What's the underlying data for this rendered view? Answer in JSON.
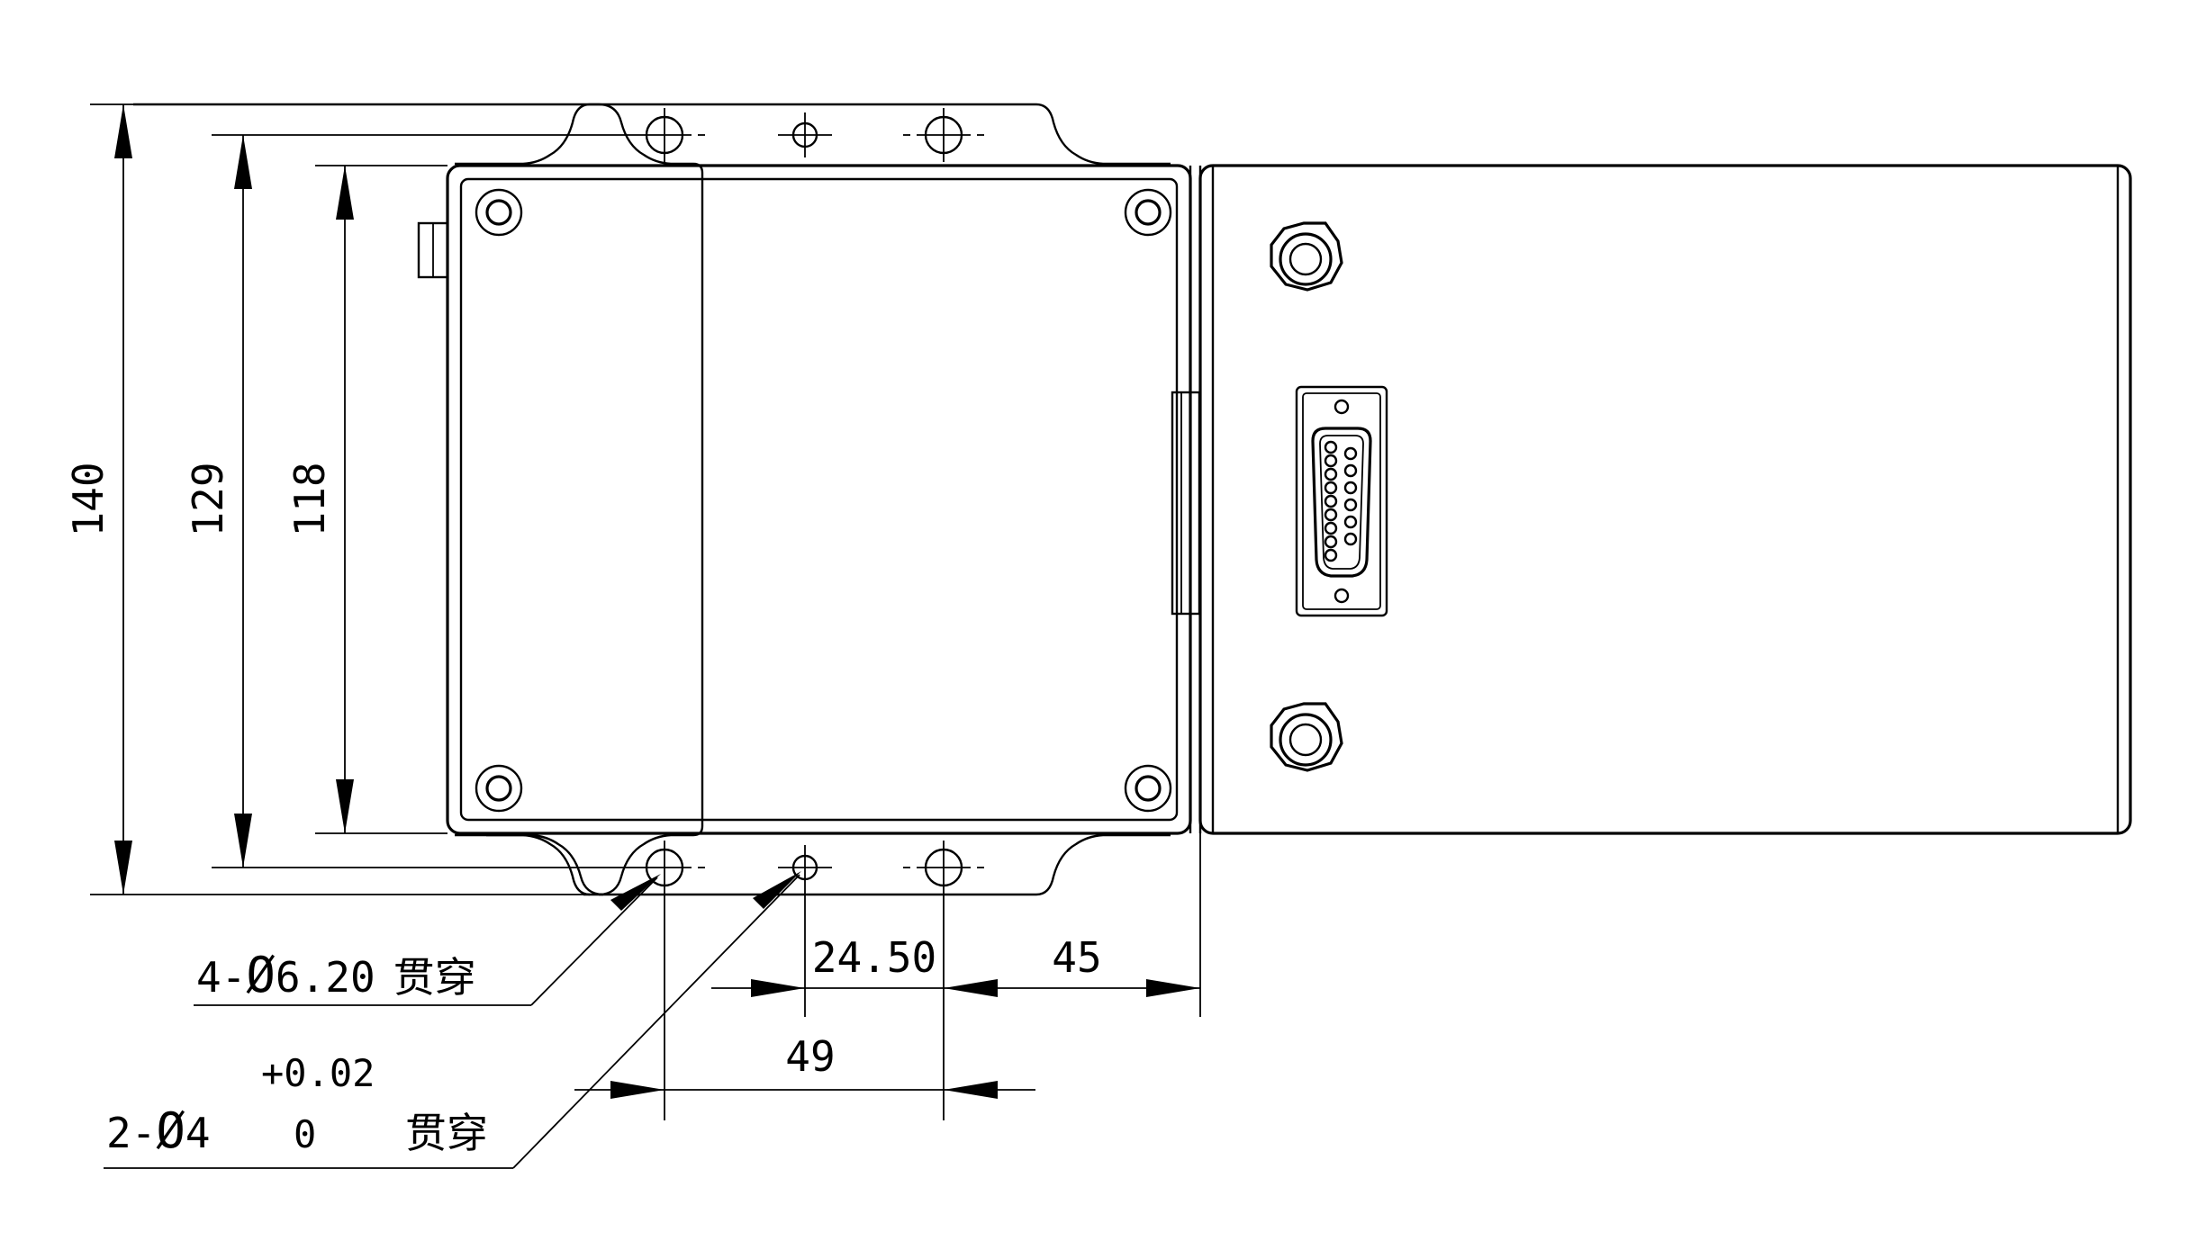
{
  "dimensions": {
    "overall_height": "140",
    "flange_hole_spacing": "129",
    "body_height": "118",
    "hole_offset": "24.50",
    "edge_distance": "45",
    "hole_pitch": "49"
  },
  "notes": {
    "thru_hole_prefix": "4-",
    "thru_hole_diameter": "6.20",
    "thru_hole_suffix": "贯穿",
    "pin_hole_prefix": "2-",
    "pin_hole_diameter": "4",
    "pin_hole_upper_tol": "+0.02",
    "pin_hole_lower_tol": "0",
    "pin_hole_suffix": "贯穿"
  },
  "symbols": {
    "diameter": "Ø"
  }
}
